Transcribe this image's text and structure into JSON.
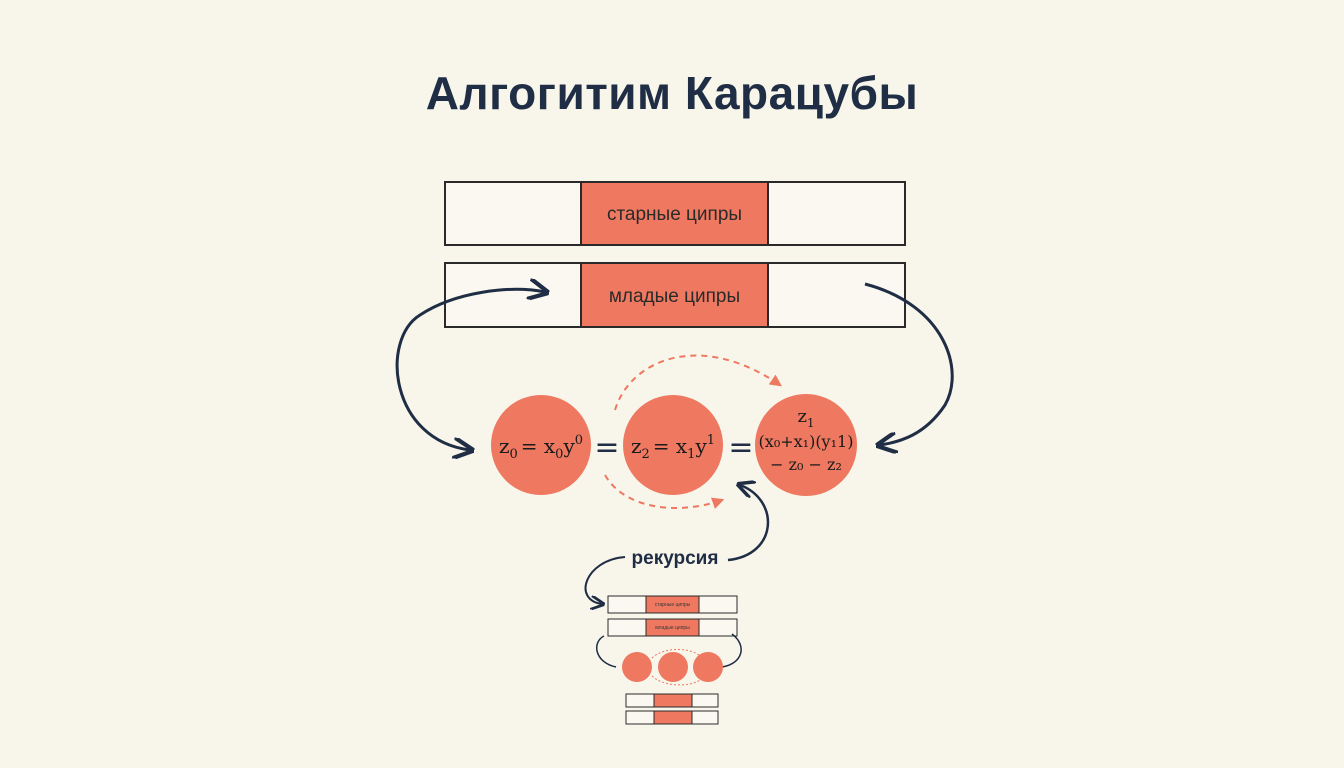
{
  "title": "Алгогитим Карацубы",
  "colors": {
    "accent": "#ee7860",
    "dark": "#1f2d45",
    "background": "#f8f5ea"
  },
  "rows": [
    {
      "label": "старные ципры"
    },
    {
      "label": "младые ципры"
    }
  ],
  "formulas": [
    {
      "z": "z",
      "z_sub": "0",
      "rhs": "= x",
      "rhs_sub": "0",
      "y": "y",
      "y_sup": "0"
    },
    {
      "z": "z",
      "z_sub": "2",
      "rhs": "= x",
      "rhs_sub": "1",
      "y": "y",
      "y_sup": "1"
    },
    {
      "top": "z",
      "top_sub": "1",
      "mid": "(x₀+x₁)(y₁1)",
      "bottom": "− z₀ − z₂"
    }
  ],
  "operators": [
    "=",
    "="
  ],
  "recursion_label": "рекурсия"
}
